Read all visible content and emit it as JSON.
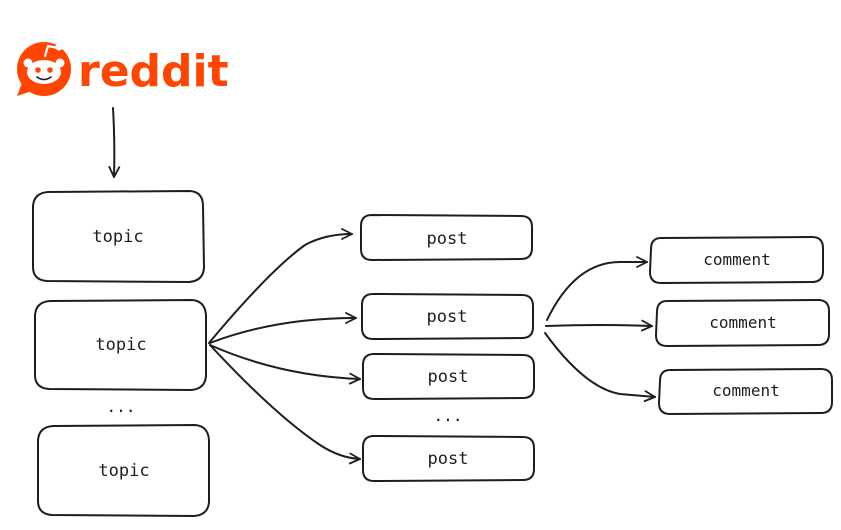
{
  "brand": {
    "name": "reddit",
    "color": "#FF4500"
  },
  "colors": {
    "stroke": "#1e1e1e",
    "box_fill": "#ffffff"
  },
  "diagram": {
    "topics": [
      "topic",
      "topic",
      "topic"
    ],
    "topics_ellipsis": "...",
    "posts": [
      "post",
      "post",
      "post",
      "post"
    ],
    "posts_ellipsis": "...",
    "comments": [
      "comment",
      "comment",
      "comment"
    ]
  }
}
